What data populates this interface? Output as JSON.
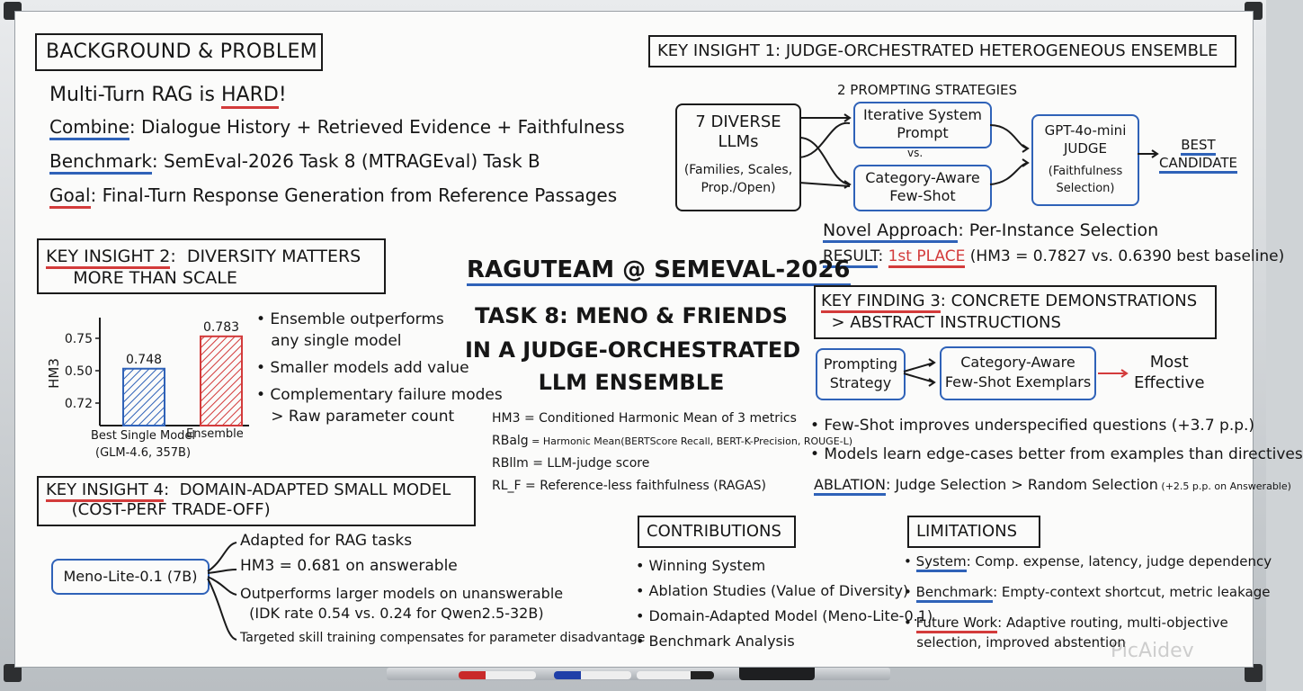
{
  "colors": {
    "accent_blue": "#2f62b8",
    "accent_red": "#d33b3b",
    "ink": "#161616",
    "board": "#fbfbfa"
  },
  "background": {
    "heading": "BACKGROUND & PROBLEM",
    "line1_a": "Multi-Turn RAG is ",
    "line1_b": "HARD",
    "line1_c": "!",
    "combine_label": "Combine",
    "combine_text": ": Dialogue History + Retrieved Evidence + Faithfulness",
    "benchmark_label": "Benchmark",
    "benchmark_text": ":  SemEval-2026 Task 8 (MTRAGEval) Task B",
    "goal_label": "Goal",
    "goal_text": ":  Final-Turn Response Generation from Reference Passages"
  },
  "insight1": {
    "heading": "KEY INSIGHT 1: JUDGE-ORCHESTRATED HETEROGENEOUS ENSEMBLE",
    "llms_title": "7 DIVERSE\nLLMs",
    "llms_sub": "(Families, Scales,\nProp./Open)",
    "strategies_label": "2 PROMPTING STRATEGIES",
    "strategy1": "Iterative System\nPrompt",
    "vs": "vs.",
    "strategy2": "Category-Aware\nFew-Shot",
    "judge": "GPT-4o-mini\nJUDGE",
    "judge_sub": "(Faithfulness\nSelection)",
    "best": "BEST\nCANDIDATE",
    "novel_label": "Novel Approach",
    "novel_text": ":  Per-Instance Selection",
    "result_label": "RESULT",
    "result_place": "1st PLACE",
    "result_text": " (HM3 = 0.7827 vs. 0.6390 best baseline)"
  },
  "insight2": {
    "heading_a": "KEY INSIGHT 2",
    "heading_b": ":  DIVERSITY MATTERS\n     MORE THAN SCALE",
    "bullets": [
      "• Ensemble outperforms\n   any single model",
      "• Smaller models add value",
      "• Complementary failure modes\n   > Raw parameter count"
    ]
  },
  "chart_data": {
    "type": "bar",
    "categories": [
      "Best Single Model\n(GLM-4.6, 357B)",
      "Ensemble"
    ],
    "values": [
      0.748,
      0.783
    ],
    "ylabel": "HM3",
    "y_tick_labels": [
      "0.75",
      "0.50",
      "0.72"
    ],
    "bar_colors": [
      "#2f62b8",
      "#d33b3b"
    ],
    "data_labels": [
      "0.748",
      "0.783"
    ]
  },
  "title": {
    "line1": "RAGUTEAM @ SEMEVAL-2026",
    "line2": "TASK 8: MENO & FRIENDS",
    "line3": "IN A JUDGE-ORCHESTRATED",
    "line4": "LLM ENSEMBLE"
  },
  "definitions": [
    {
      "term": "HM3",
      "def": " = Conditioned Harmonic Mean of 3 metrics"
    },
    {
      "term": "RBalg",
      "def": " = Harmonic Mean(BERTScore Recall, BERT-K-Precision, ROUGE-L)"
    },
    {
      "term": "RBllm",
      "def": " = LLM-judge score"
    },
    {
      "term": "RL_F",
      "def": " = Reference-less faithfulness (RAGAS)"
    }
  ],
  "finding3": {
    "heading_a": "KEY FINDING 3",
    "heading_b": ": CONCRETE DEMONSTRATIONS\n  > ABSTRACT INSTRUCTIONS",
    "prompting": "Prompting\nStrategy",
    "exemplars": "Category-Aware\nFew-Shot Exemplars",
    "most": "Most\nEffective",
    "bullet1": "• Few-Shot improves underspecified questions (+3.7 p.p.)",
    "bullet2": "• Models learn edge-cases better from examples than directives",
    "ablation_label": "ABLATION",
    "ablation_text": ": Judge Selection > Random Selection",
    "ablation_note": " (+2.5 p.p. on Answerable)"
  },
  "insight4": {
    "heading_a": "KEY INSIGHT 4",
    "heading_b": ":  DOMAIN-ADAPTED SMALL MODEL\n     (COST-PERF TRADE-OFF)",
    "model": "Meno-Lite-0.1 (7B)",
    "items": [
      "Adapted for RAG tasks",
      "HM3 = 0.681 on answerable",
      "Outperforms larger models on unanswerable\n  (IDK rate 0.54 vs. 0.24 for Qwen2.5-32B)",
      "Targeted skill training compensates for parameter disadvantage"
    ]
  },
  "contributions": {
    "heading": "CONTRIBUTIONS",
    "items": [
      "• Winning System",
      "• Ablation Studies (Value of Diversity)",
      "• Domain-Adapted Model (Meno-Lite-0.1)",
      "• Benchmark Analysis"
    ]
  },
  "limitations": {
    "heading": "LIMITATIONS",
    "system_label": "System",
    "system_text": ": Comp. expense, latency, judge dependency",
    "benchmark_label": "Benchmark",
    "benchmark_text": ": Empty-context shortcut, metric leakage",
    "future_label": "Future Work",
    "future_text": ": Adaptive routing, multi-objective\n   selection, improved abstention"
  },
  "watermark": "PicAidev"
}
